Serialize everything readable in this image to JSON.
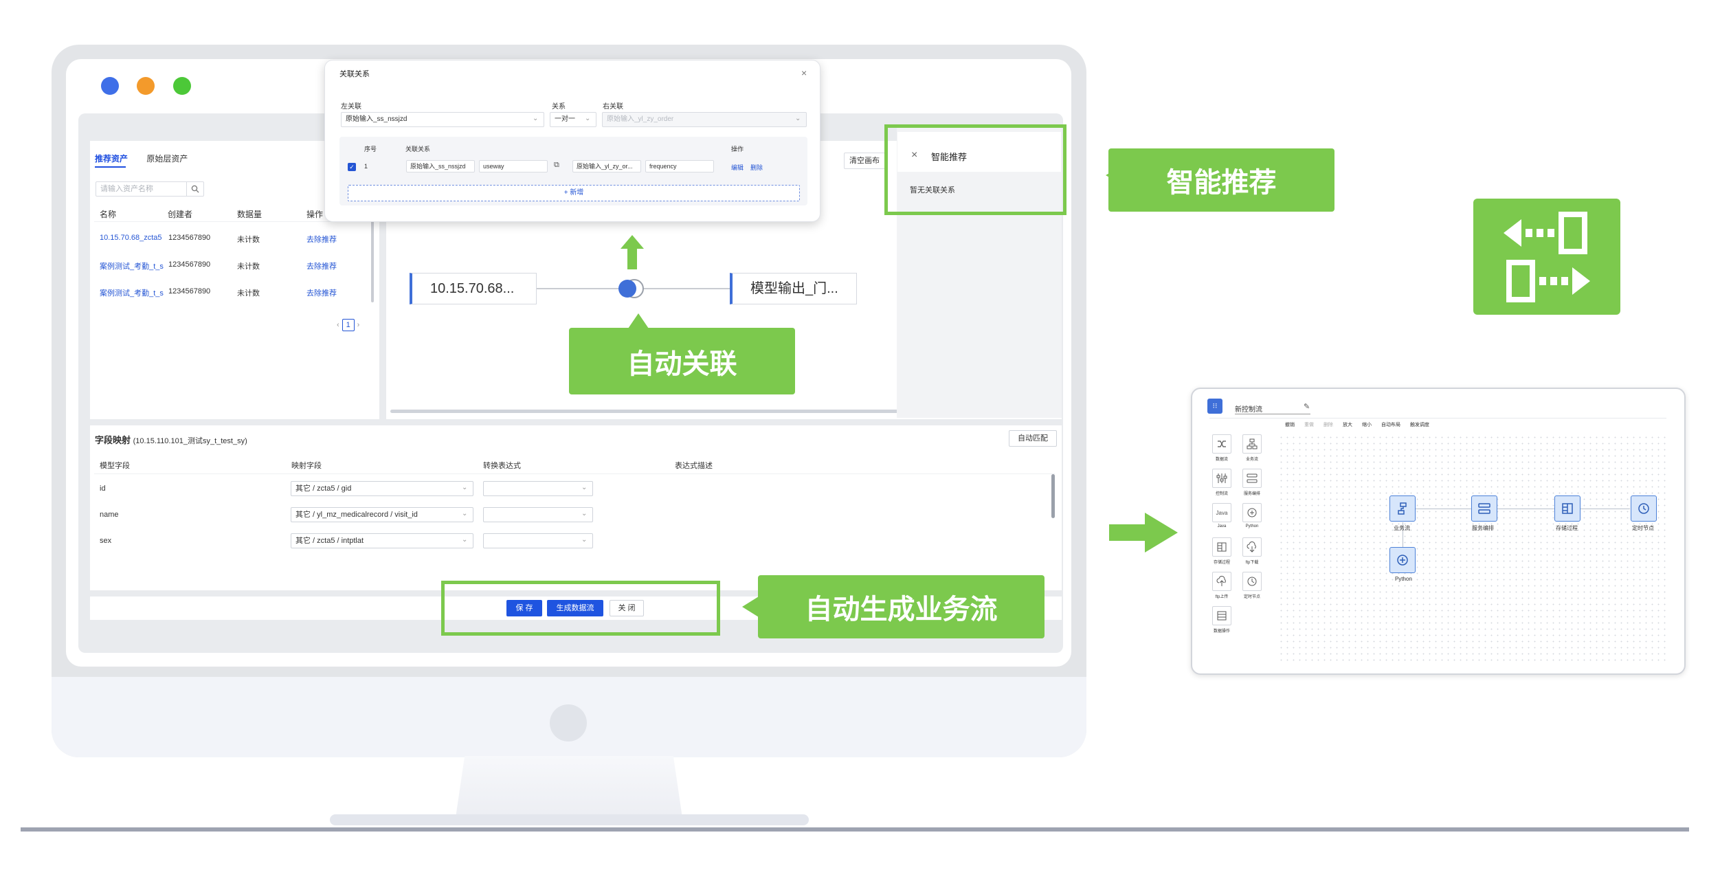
{
  "colors": {
    "accent_green": "#7cc94d",
    "brand_blue": "#1f54e0",
    "dot_blue": "#3f6fe8",
    "dot_orange": "#f39a2b",
    "dot_green": "#4cc838"
  },
  "asset_panel": {
    "tabs": [
      "推荐资产",
      "原始层资产"
    ],
    "search_placeholder": "请输入资产名称",
    "columns": [
      "名称",
      "创建者",
      "数据量",
      "操作"
    ],
    "rows": [
      {
        "name": "10.15.70.68_zcta5",
        "creator": "1234567890",
        "size": "未计数",
        "action": "去除推荐"
      },
      {
        "name": "案例测试_考勤_t_s",
        "creator": "1234567890",
        "size": "未计数",
        "action": "去除推荐"
      },
      {
        "name": "案例测试_考勤_t_s",
        "creator": "1234567890",
        "size": "未计数",
        "action": "去除推荐"
      }
    ],
    "page": "1",
    "clear_button": "清空画布"
  },
  "graph": {
    "left_node": "10.15.70.68...",
    "right_node": "模型输出_门..."
  },
  "modal": {
    "title": "关联关系",
    "left_label": "左关联",
    "relation_label": "关系",
    "right_label": "右关联",
    "left_value": "原始输入_ss_nssjzd",
    "relation_value": "一对一",
    "right_value": "原始输入_yl_zy_order",
    "table_headers": {
      "index": "序号",
      "relation": "关联关系",
      "action": "操作"
    },
    "row": {
      "index": "1",
      "left_table": "原始输入_ss_nssjzd",
      "left_field": "useway",
      "right_table": "原始输入_yl_zy_or...",
      "right_field": "frequency",
      "edit": "编辑",
      "delete": "删除"
    },
    "add": "+ 新增"
  },
  "smart": {
    "title": "智能推荐",
    "empty": "暂无关联关系"
  },
  "mapping": {
    "title": "字段映射",
    "subtitle": "(10.15.110.101_测试sy_t_test_sy)",
    "auto_button": "自动匹配",
    "columns": [
      "模型字段",
      "映射字段",
      "转换表达式",
      "表达式描述"
    ],
    "rows": [
      {
        "field": "id",
        "mapped": "其它 / zcta5 / gid"
      },
      {
        "field": "name",
        "mapped": "其它 / yl_mz_medicalrecord / visit_id"
      },
      {
        "field": "sex",
        "mapped": "其它 / zcta5 / intptlat"
      }
    ]
  },
  "footer": {
    "save": "保 存",
    "generate": "生成数据流",
    "close": "关 闭"
  },
  "callouts": {
    "smart": "智能推荐",
    "auto_link": "自动关联",
    "auto_flow": "自动生成业务流"
  },
  "flow_window": {
    "title": "新控制流",
    "toolbar": [
      "撤销",
      "重做",
      "删除",
      "放大",
      "缩小",
      "自动布局",
      "触发调度"
    ],
    "palette": [
      "数据流",
      "业务流",
      "控制流",
      "服务编排",
      "Java",
      "Python",
      "存储过程",
      "ftp下载",
      "ftp上传",
      "定时节点",
      "数据操作"
    ],
    "nodes": [
      "业务流",
      "服务编排",
      "存储过程",
      "定时节点",
      "Python"
    ]
  }
}
